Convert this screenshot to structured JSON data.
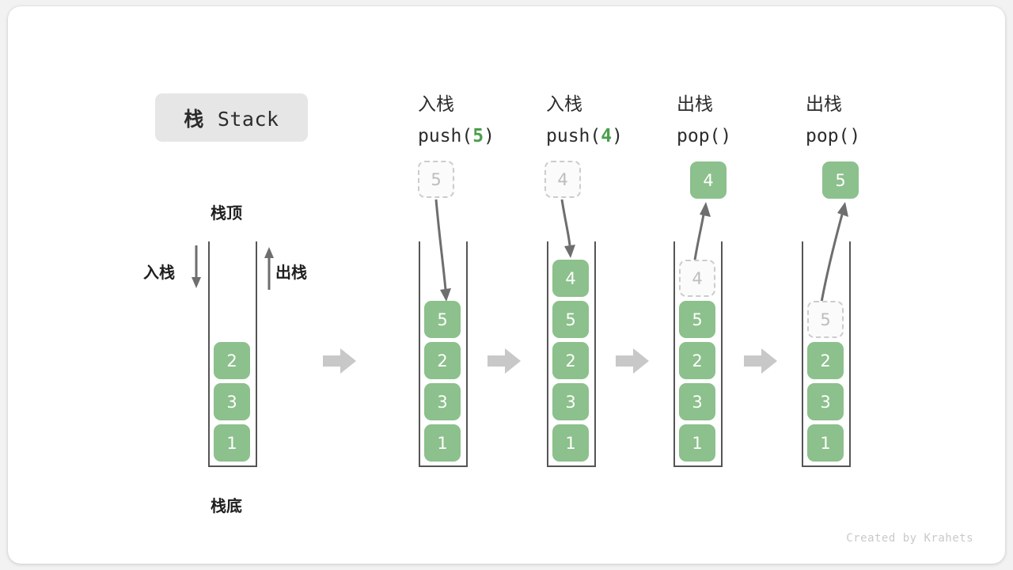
{
  "figure": {
    "title_cn": "栈",
    "title_en": "Stack",
    "footer": "Created by Krahets",
    "accent_green": "#8cc08c",
    "arg_green": "#4b9e4b",
    "ghost_gray": "#bdbdbd",
    "arrow_gray": "#6e6e6e",
    "separator_gray": "#c8c8c8",
    "chip_bg": "#e6e6e6"
  },
  "legend": {
    "top_label": "栈顶",
    "bottom_label": "栈底",
    "push_label": "入栈",
    "pop_label": "出栈"
  },
  "stages": [
    {
      "id": "initial",
      "head_cn": "",
      "head_code_pre": "",
      "head_code_arg": "",
      "head_code_post": "",
      "floating": null,
      "cells": [
        "2",
        "3",
        "1"
      ],
      "ghost_top": null
    },
    {
      "id": "push-5",
      "head_cn": "入栈",
      "head_code_pre": "push(",
      "head_code_arg": "5",
      "head_code_post": ")",
      "floating": {
        "value": "5",
        "style": "ghost"
      },
      "cells": [
        "5",
        "2",
        "3",
        "1"
      ],
      "ghost_top": null
    },
    {
      "id": "push-4",
      "head_cn": "入栈",
      "head_code_pre": "push(",
      "head_code_arg": "4",
      "head_code_post": ")",
      "floating": {
        "value": "4",
        "style": "ghost"
      },
      "cells": [
        "4",
        "5",
        "2",
        "3",
        "1"
      ],
      "ghost_top": null
    },
    {
      "id": "pop-4",
      "head_cn": "出栈",
      "head_code_pre": "pop(",
      "head_code_arg": "",
      "head_code_post": ")",
      "floating": {
        "value": "4",
        "style": "solid"
      },
      "cells": [
        "5",
        "2",
        "3",
        "1"
      ],
      "ghost_top": "4"
    },
    {
      "id": "pop-5",
      "head_cn": "出栈",
      "head_code_pre": "pop(",
      "head_code_arg": "",
      "head_code_post": ")",
      "floating": {
        "value": "5",
        "style": "solid"
      },
      "cells": [
        "2",
        "3",
        "1"
      ],
      "ghost_top": "5"
    }
  ],
  "chart_data": {
    "type": "diagram",
    "title": "栈 Stack",
    "description": "Stack push/pop operation sequence",
    "steps": [
      {
        "operation": "initial",
        "stack_top_to_bottom": [
          "2",
          "3",
          "1"
        ]
      },
      {
        "operation": "push(5)",
        "stack_top_to_bottom": [
          "5",
          "2",
          "3",
          "1"
        ]
      },
      {
        "operation": "push(4)",
        "stack_top_to_bottom": [
          "4",
          "5",
          "2",
          "3",
          "1"
        ]
      },
      {
        "operation": "pop() -> 4",
        "stack_top_to_bottom": [
          "5",
          "2",
          "3",
          "1"
        ]
      },
      {
        "operation": "pop() -> 5",
        "stack_top_to_bottom": [
          "2",
          "3",
          "1"
        ]
      }
    ]
  }
}
